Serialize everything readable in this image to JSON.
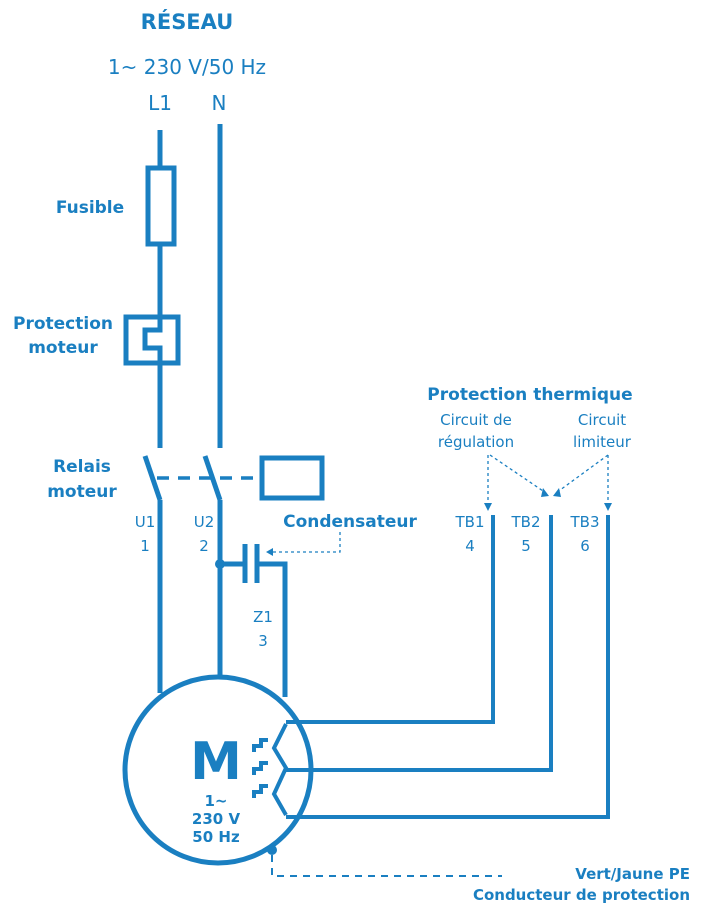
{
  "network": {
    "title": "RÉSEAU",
    "supply": "1~ 230 V/50 Hz",
    "l1": "L1",
    "n": "N"
  },
  "labels": {
    "fuse": "Fusible",
    "motor_protection_1": "Protection",
    "motor_protection_2": "moteur",
    "relay_1": "Relais",
    "relay_2": "moteur",
    "capacitor": "Condensateur",
    "thermal_title": "Protection thermique",
    "reg_1": "Circuit de",
    "reg_2": "régulation",
    "lim_1": "Circuit",
    "lim_2": "limiteur"
  },
  "terminals": {
    "u1": "U1",
    "u1_num": "1",
    "u2": "U2",
    "u2_num": "2",
    "z1": "Z1",
    "z1_num": "3",
    "tb1": "TB1",
    "tb1_num": "4",
    "tb2": "TB2",
    "tb2_num": "5",
    "tb3": "TB3",
    "tb3_num": "6"
  },
  "motor": {
    "letter": "M",
    "line1": "1~",
    "line2": "230 V",
    "line3": "50 Hz"
  },
  "pe": {
    "line1": "Vert/Jaune PE",
    "line2": "Conducteur de protection"
  },
  "colors": {
    "accent": "#1a7fc1",
    "background": "#ffffff"
  }
}
